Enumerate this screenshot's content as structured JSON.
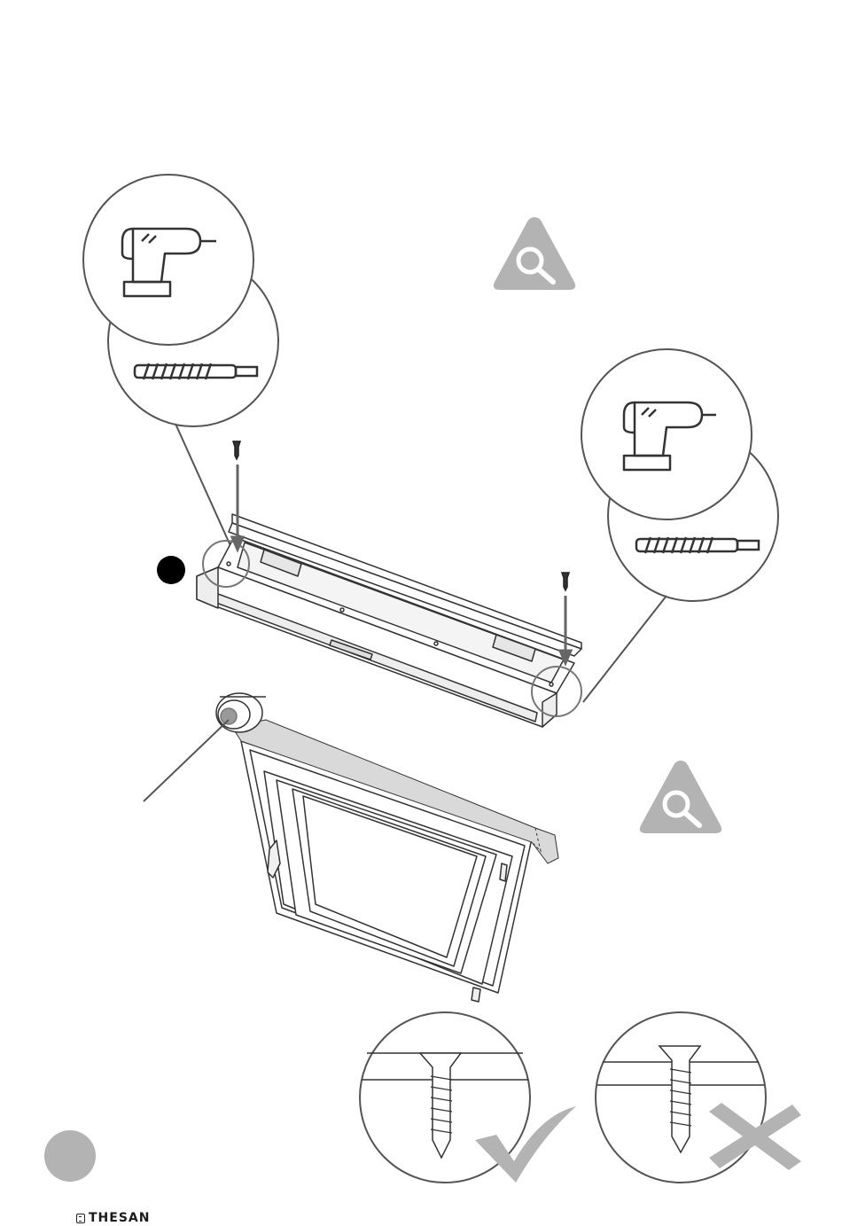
{
  "brand": {
    "name": "THESAN"
  },
  "colors": {
    "line": "#444444",
    "warning_triangle": "#b3b3b3",
    "tape": "#d9d9d9",
    "page_marker": "#b3b3b3",
    "step_marker": "#000000"
  },
  "icons": {
    "callout_tools": [
      "drill-icon",
      "drill-bit-icon"
    ],
    "warnings": [
      "magnifier-warning-icon",
      "magnifier-warning-icon"
    ],
    "screw_checks": [
      "correct-screw-check",
      "incorrect-screw-cross"
    ]
  }
}
